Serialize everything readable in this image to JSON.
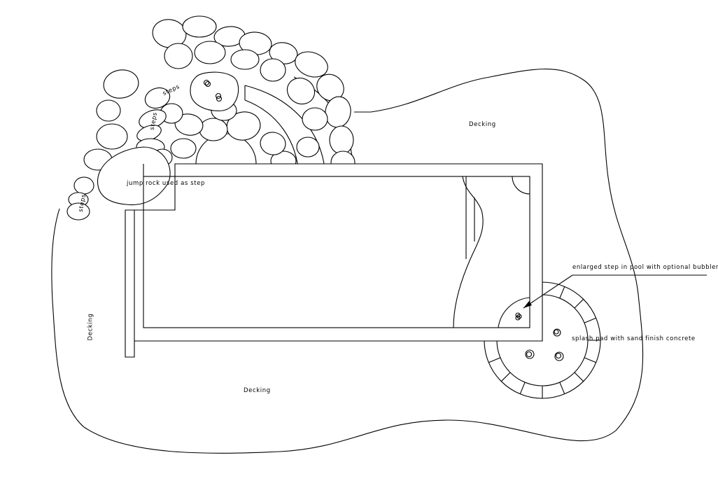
{
  "labels": {
    "decking_top_right": "Decking",
    "decking_left": "Decking",
    "decking_bottom": "Decking",
    "jump_rock": "jump rock used as step",
    "steps_1": "steps",
    "steps_2": "steps",
    "steps_3": "steps",
    "enlarged_step": "enlarged step in pool with optional bubbler",
    "splash_pad": "splash pad with sand finish concrete"
  },
  "colors": {
    "line": "#000000",
    "background": "#ffffff"
  }
}
